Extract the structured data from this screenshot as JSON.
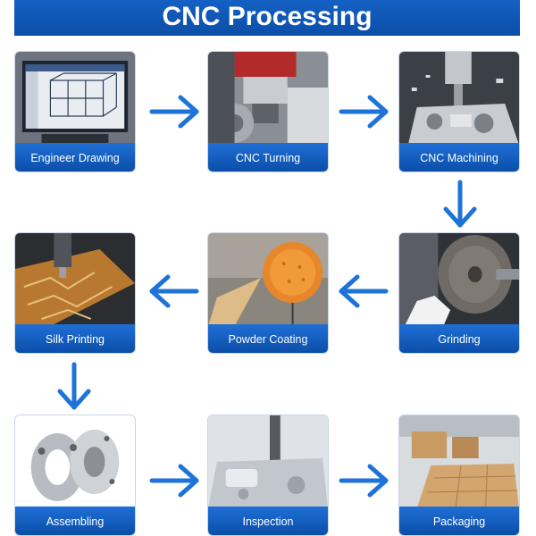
{
  "title": "CNC Processing",
  "colors": {
    "banner": "#0a4fa8",
    "label_bar": "#1565c0",
    "arrow": "#1e73d8"
  },
  "steps": [
    {
      "label": "Engineer Drawing",
      "icon": "engineer-drawing-photo"
    },
    {
      "label": "CNC Turning",
      "icon": "cnc-turning-photo"
    },
    {
      "label": "CNC Machining",
      "icon": "cnc-machining-photo"
    },
    {
      "label": "Grinding",
      "icon": "grinding-photo"
    },
    {
      "label": "Powder Coating",
      "icon": "powder-coating-photo"
    },
    {
      "label": "Silk Printing",
      "icon": "silk-printing-photo"
    },
    {
      "label": "Assembling",
      "icon": "assembling-photo"
    },
    {
      "label": "Inspection",
      "icon": "inspection-photo"
    },
    {
      "label": "Packaging",
      "icon": "packaging-photo"
    }
  ],
  "flow": [
    "right",
    "right",
    "down",
    "left",
    "left",
    "down",
    "right",
    "right"
  ]
}
